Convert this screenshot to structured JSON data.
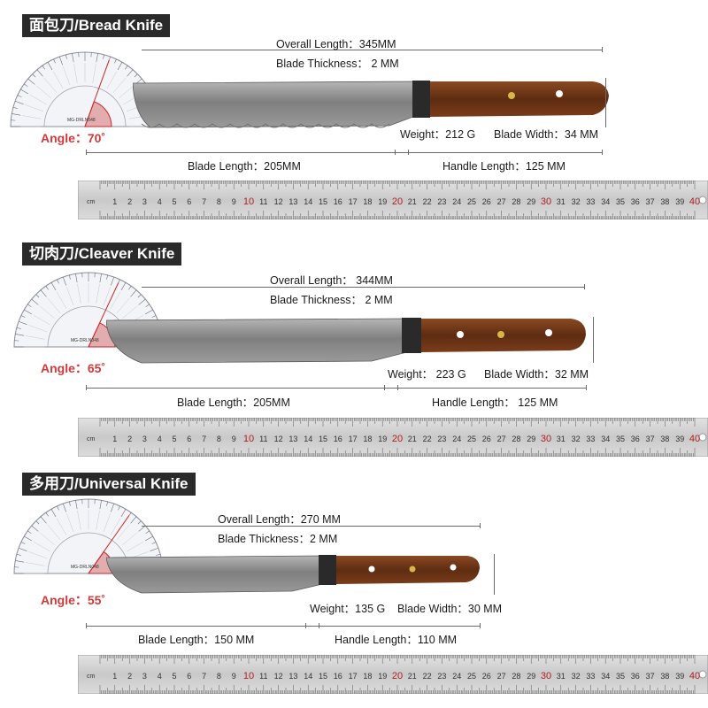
{
  "panels": [
    {
      "title": "面包刀/Bread Knife",
      "overall": "Overall Length：345MM",
      "thickness": "Blade Thickness： 2  MM",
      "weight": "Weight：212 G",
      "blade_width": "Blade Width：34 MM",
      "blade_length": "Blade Length：205MM",
      "handle_length": "Handle Length：125 MM",
      "angle": "Angle：70˚",
      "angle_deg": 70
    },
    {
      "title": "切肉刀/Cleaver Knife",
      "overall": "Overall Length： 344MM",
      "thickness": "Blade Thickness：  2 MM",
      "weight": "Weight：  223  G",
      "blade_width": "Blade Width：32 MM",
      "blade_length": "Blade Length：205MM",
      "handle_length": "Handle Length：  125 MM",
      "angle": "Angle：65˚",
      "angle_deg": 65
    },
    {
      "title": "多用刀/Universal Knife",
      "overall": "Overall Length：270 MM",
      "thickness": "Blade Thickness：2 MM",
      "weight": "Weight：135 G",
      "blade_width": "Blade Width：30 MM",
      "blade_length": "Blade Length：150 MM",
      "handle_length": "Handle Length：110 MM",
      "angle": "Angle：55˚",
      "angle_deg": 55
    }
  ],
  "ruler": {
    "unit": "cm",
    "count": 40,
    "highlight": [
      10,
      20,
      30,
      40
    ],
    "highlight_color": "#b02020"
  },
  "protractor_brand": "MG-DRLN048",
  "colors": {
    "blade": "#8c8c8c",
    "handle": "#6b3518",
    "dim_line": "#6a6a6a",
    "angle_text": "#d23a3a"
  }
}
